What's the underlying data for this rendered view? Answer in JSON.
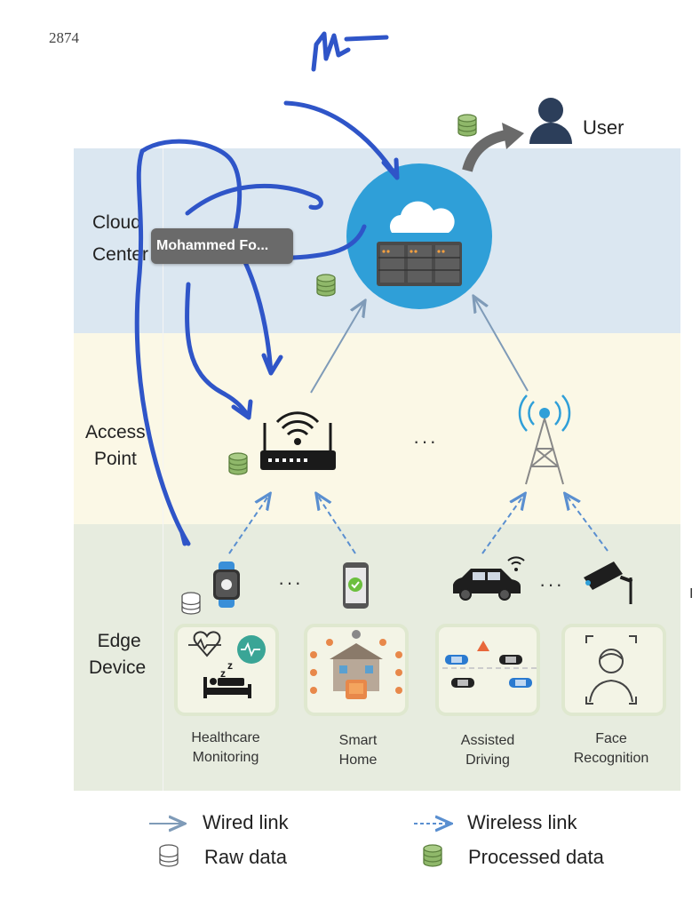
{
  "page": {
    "number": "2874"
  },
  "handwriting": {
    "text": "ML"
  },
  "user": {
    "label": "User"
  },
  "layers": {
    "cloud": {
      "line1": "Cloud",
      "line2": "Center"
    },
    "access": {
      "line1": "Access",
      "line2": "Point"
    },
    "edge": {
      "line1": "Edge",
      "line2": "Device"
    }
  },
  "annotation": {
    "author": "Mohammed Fo..."
  },
  "ellipsis": "···",
  "applications": [
    {
      "line1": "Healthcare",
      "line2": "Monitoring",
      "icon": "healthcare-icon"
    },
    {
      "line1": "Smart",
      "line2": "Home",
      "icon": "smart-home-icon"
    },
    {
      "line1": "Assisted",
      "line2": "Driving",
      "icon": "assisted-driving-icon"
    },
    {
      "line1": "Face",
      "line2": "Recognition",
      "icon": "face-recognition-icon"
    }
  ],
  "legend": {
    "wired": "Wired link",
    "wireless": "Wireless link",
    "raw": "Raw data",
    "processed": "Processed data"
  },
  "colors": {
    "cloud_band": "#dbe7f1",
    "access_band": "#fbf8e6",
    "edge_band": "#e7ecdf",
    "server_circle": "#2f9fd8",
    "wired_link": "#7f9bb8",
    "wireless_link": "#5a8fd0",
    "processed_db": "#8fb86a",
    "pen_ink": "#2f55c8"
  }
}
